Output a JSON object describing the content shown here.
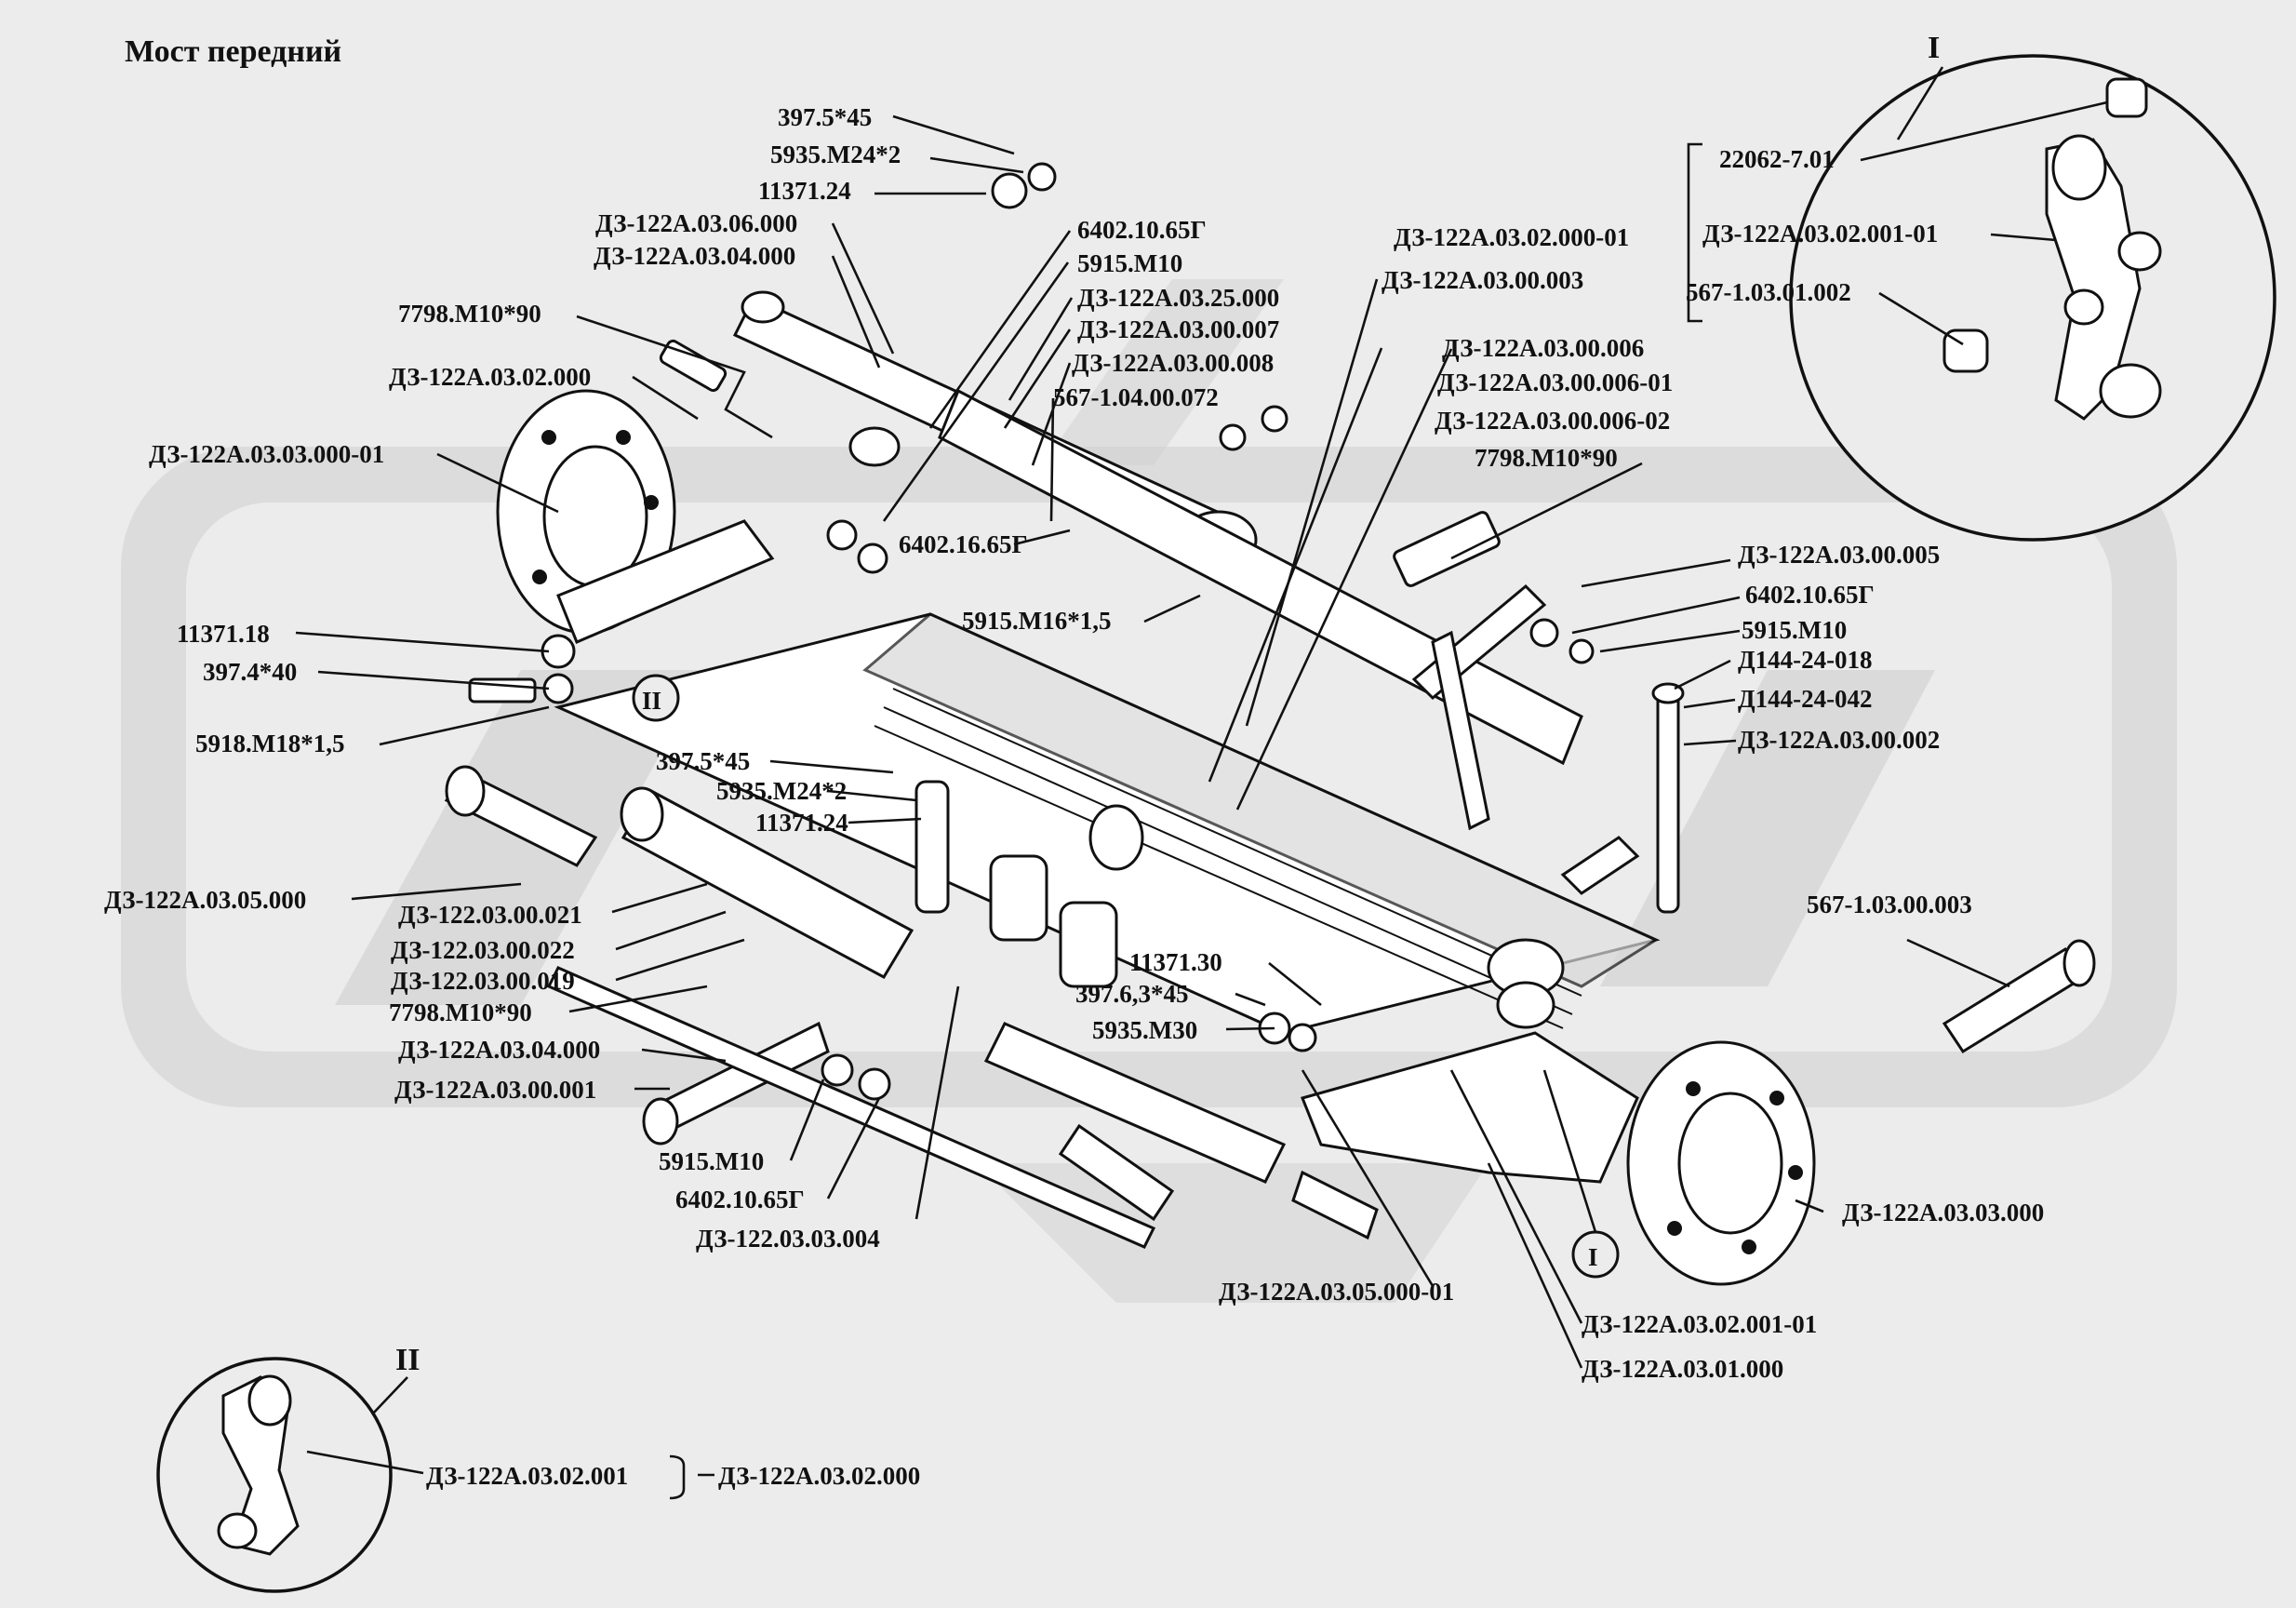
{
  "title": "Мост передний",
  "callouts": {
    "detail_I": "I",
    "detail_II": "II",
    "marker_I": "I",
    "marker_II": "II"
  },
  "labels": [
    "397.5*45",
    "5935.М24*2",
    "11371.24",
    "ДЗ-122А.03.06.000",
    "ДЗ-122А.03.04.000",
    "6402.10.65Г",
    "5915.М10",
    "ДЗ-122А.03.25.000",
    "ДЗ-122А.03.00.007",
    "ДЗ-122А.03.00.008",
    "567-1.04.00.072",
    "7798.М10*90",
    "ДЗ-122А.03.02.000",
    "ДЗ-122А.03.03.000-01",
    "ДЗ-122А.03.02.000-01",
    "ДЗ-122А.03.00.003",
    "22062-7.01",
    "ДЗ-122А.03.02.001-01",
    "567-1.03.01.002",
    "ДЗ-122А.03.00.006",
    "ДЗ-122А.03.00.006-01",
    "ДЗ-122А.03.00.006-02",
    "7798.М10*90",
    "6402.16.65Г",
    "5915.М16*1,5",
    "ДЗ-122А.03.00.005",
    "6402.10.65Г",
    "5915.М10",
    "Д144-24-018",
    "Д144-24-042",
    "ДЗ-122А.03.00.002",
    "11371.18",
    "397.4*40",
    "5918.М18*1,5",
    "397.5*45",
    "5935.М24*2",
    "11371.24",
    "ДЗ-122А.03.05.000",
    "ДЗ-122.03.00.021",
    "ДЗ-122.03.00.022",
    "ДЗ-122.03.00.019",
    "7798.М10*90",
    "ДЗ-122А.03.04.000",
    "ДЗ-122А.03.00.001",
    "567-1.03.00.003",
    "11371.30",
    "397.6,3*45",
    "5935.М30",
    "5915.М10",
    "6402.10.65Г",
    "ДЗ-122.03.03.004",
    "ДЗ-122А.03.05.000-01",
    "ДЗ-122А.03.03.000",
    "ДЗ-122А.03.02.001-01",
    "ДЗ-122А.03.01.000",
    "ДЗ-122А.03.02.001",
    "ДЗ-122А.03.02.000"
  ]
}
